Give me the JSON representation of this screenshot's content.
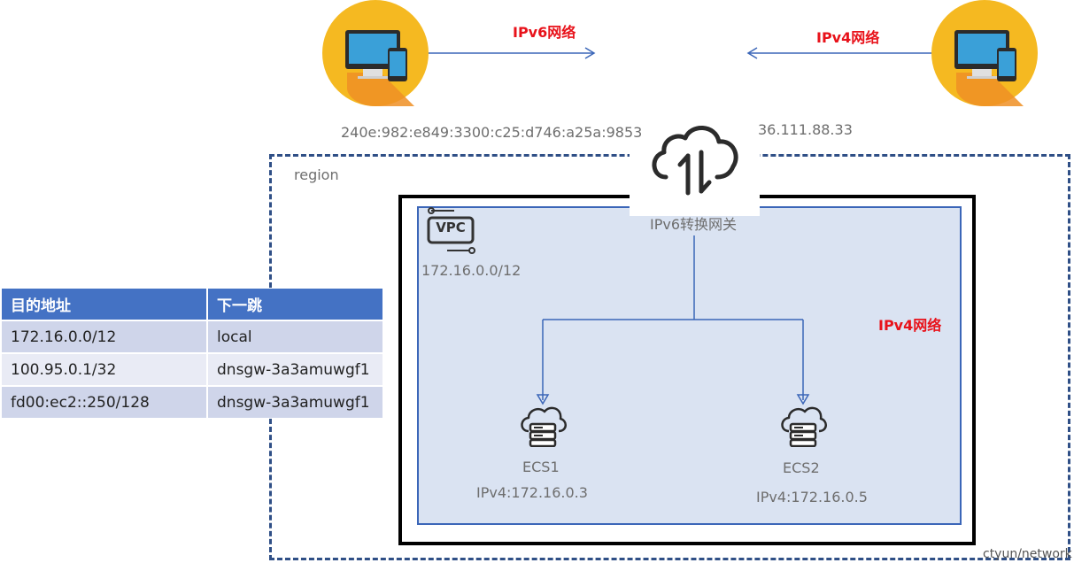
{
  "top": {
    "left_network_label": "IPv6网络",
    "right_network_label": "IPv4网络",
    "left_ip": "240e:982:e849:3300:c25:d746:a25a:9853",
    "right_ip": "36.111.88.33"
  },
  "region": {
    "label": "region"
  },
  "gateway": {
    "label": "IPv6转换网关"
  },
  "vpc": {
    "badge": "VPC",
    "cidr": "172.16.0.0/12",
    "network_label": "IPv4网络"
  },
  "ecs": [
    {
      "name": "ECS1",
      "ip": "IPv4:172.16.0.3"
    },
    {
      "name": "ECS2",
      "ip": "IPv4:172.16.0.5"
    }
  ],
  "route_table": {
    "headers": [
      "目的地址",
      "下一跳"
    ],
    "rows": [
      [
        "172.16.0.0/12",
        "local"
      ],
      [
        "100.95.0.1/32",
        "dnsgw-3a3amuwgf1"
      ],
      [
        "fd00:ec2::250/128",
        "dnsgw-3a3amuwgf1"
      ]
    ]
  },
  "watermark": "ctyun/network",
  "colors": {
    "accent_red": "#e8121a",
    "dash_blue": "#2f4f86",
    "vpc_fill": "#dae3f2",
    "vpc_border": "#3b66b8",
    "table_header": "#4472c4",
    "device_orange": "#f5b921"
  },
  "icons": [
    "computer-phone-icon",
    "cloud-transfer-icon",
    "vpc-icon",
    "cloud-server-icon"
  ]
}
